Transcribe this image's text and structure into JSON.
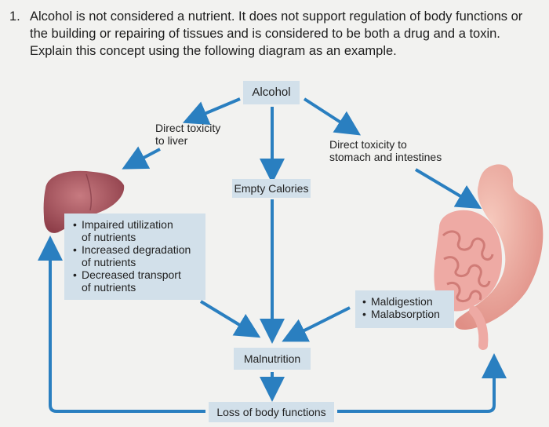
{
  "question": {
    "number": "1.",
    "text": "Alcohol is not considered a nutrient. It does not support regulation of body functions or the building or repairing of tissues and is considered to be both a drug and a toxin. Explain this concept using the following diagram as an example."
  },
  "diagram": {
    "alcohol": "Alcohol",
    "direct_toxicity_liver": [
      "Direct toxicity",
      "to liver"
    ],
    "direct_toxicity_stomach": [
      "Direct toxicity to",
      "stomach and intestines"
    ],
    "empty_calories": "Empty Calories",
    "liver_effects": [
      {
        "line1": "Impaired utilization",
        "line2": "of nutrients"
      },
      {
        "line1": "Increased degradation",
        "line2": "of nutrients"
      },
      {
        "line1": "Decreased transport",
        "line2": "of nutrients"
      }
    ],
    "gut_effects": [
      "Maldigestion",
      "Malabsorption"
    ],
    "malnutrition": "Malnutrition",
    "loss": "Loss of body functions"
  },
  "colors": {
    "arrow": "#2a7fc0",
    "box": "#d2e0ea",
    "liver": "#b5606a",
    "intestine": "#e8a09c"
  }
}
